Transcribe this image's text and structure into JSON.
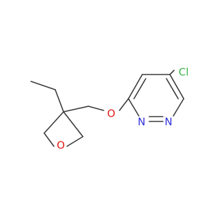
{
  "molecule": {
    "atoms": {
      "chlorine": {
        "label": "Cl",
        "color": "#3cb44b"
      },
      "nitrogen_1": {
        "label": "N",
        "color": "#2f2fd8"
      },
      "nitrogen_2": {
        "label": "N",
        "color": "#2f2fd8"
      },
      "ether_oxygen": {
        "label": "O",
        "color": "#e0201b"
      },
      "ring_oxygen": {
        "label": "O",
        "color": "#e0201b"
      }
    },
    "bond_color": "#3a3a3a"
  }
}
